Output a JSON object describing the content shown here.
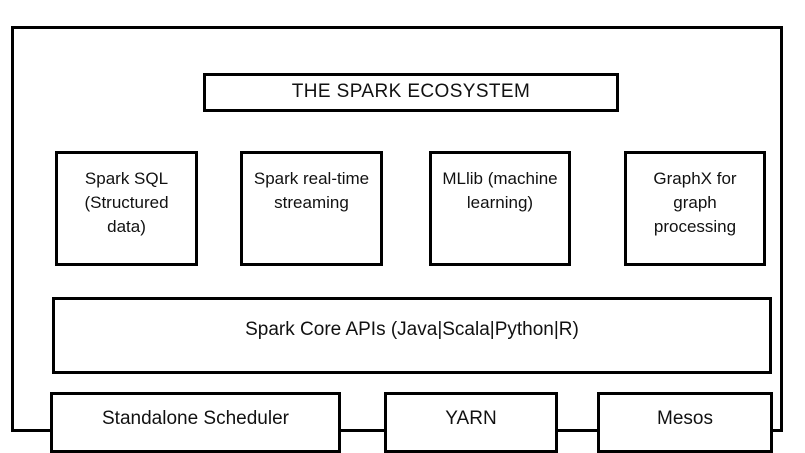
{
  "diagram": {
    "title": "THE SPARK ECOSYSTEM",
    "components": [
      {
        "id": "spark-sql",
        "label": "Spark SQL (Structured data)"
      },
      {
        "id": "streaming",
        "label": "Spark real-time streaming"
      },
      {
        "id": "mllib",
        "label": "MLlib (machine learning)"
      },
      {
        "id": "graphx",
        "label": "GraphX for graph processing"
      }
    ],
    "core": {
      "label": "Spark Core APIs (Java|Scala|Python|R)"
    },
    "cluster_managers": [
      {
        "id": "standalone",
        "label": "Standalone Scheduler"
      },
      {
        "id": "yarn",
        "label": "YARN"
      },
      {
        "id": "mesos",
        "label": "Mesos"
      }
    ],
    "colors": {
      "background": "#ffffff",
      "stroke": "#000000",
      "text": "#111111"
    }
  }
}
